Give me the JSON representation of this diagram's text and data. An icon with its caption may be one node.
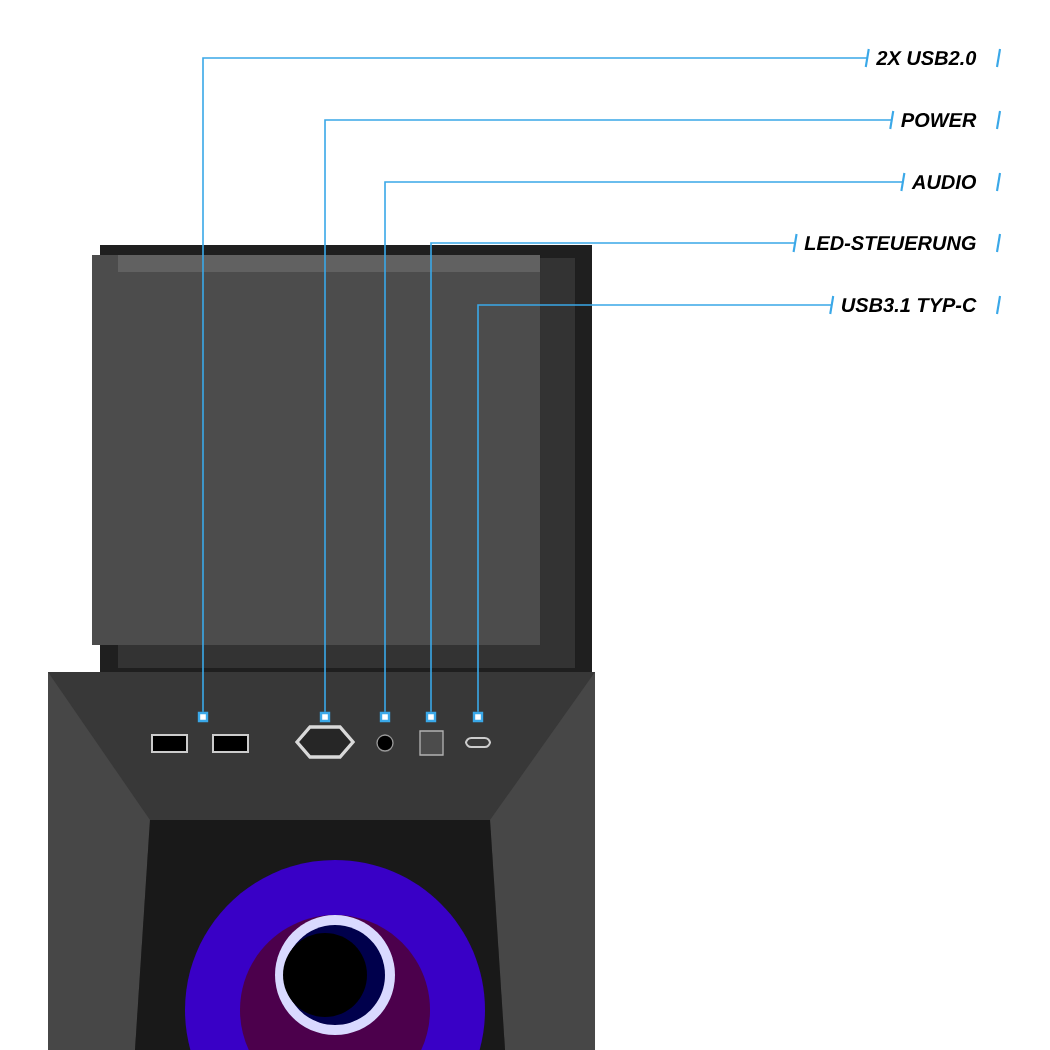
{
  "diagram": {
    "nodes": [
      {
        "text": [
          "2X USB2.0"
        ]
      },
      {
        "text": [
          "POWER"
        ]
      },
      {
        "text": [
          "AUDIO"
        ]
      },
      {
        "text": [
          "LED-STEUERUNG"
        ]
      },
      {
        "text": [
          "USB3.1 TYP-C"
        ]
      },
      {
        "text": [],
        "shape": "box"
      },
      {
        "text": [],
        "shape": "box"
      },
      {
        "text": [],
        "shape": "box"
      },
      {
        "text": [],
        "shape": "box"
      },
      {
        "text": [],
        "shape": "box"
      }
    ],
    "edges": [
      {
        "from": 0,
        "to": 5,
        "arrow": "none"
      },
      {
        "from": 1,
        "to": 6,
        "arrow": "none"
      },
      {
        "from": 2,
        "to": 7,
        "arrow": "none"
      },
      {
        "from": 3,
        "to": 8,
        "arrow": "none"
      },
      {
        "from": 4,
        "to": 9,
        "arrow": "none"
      }
    ]
  }
}
